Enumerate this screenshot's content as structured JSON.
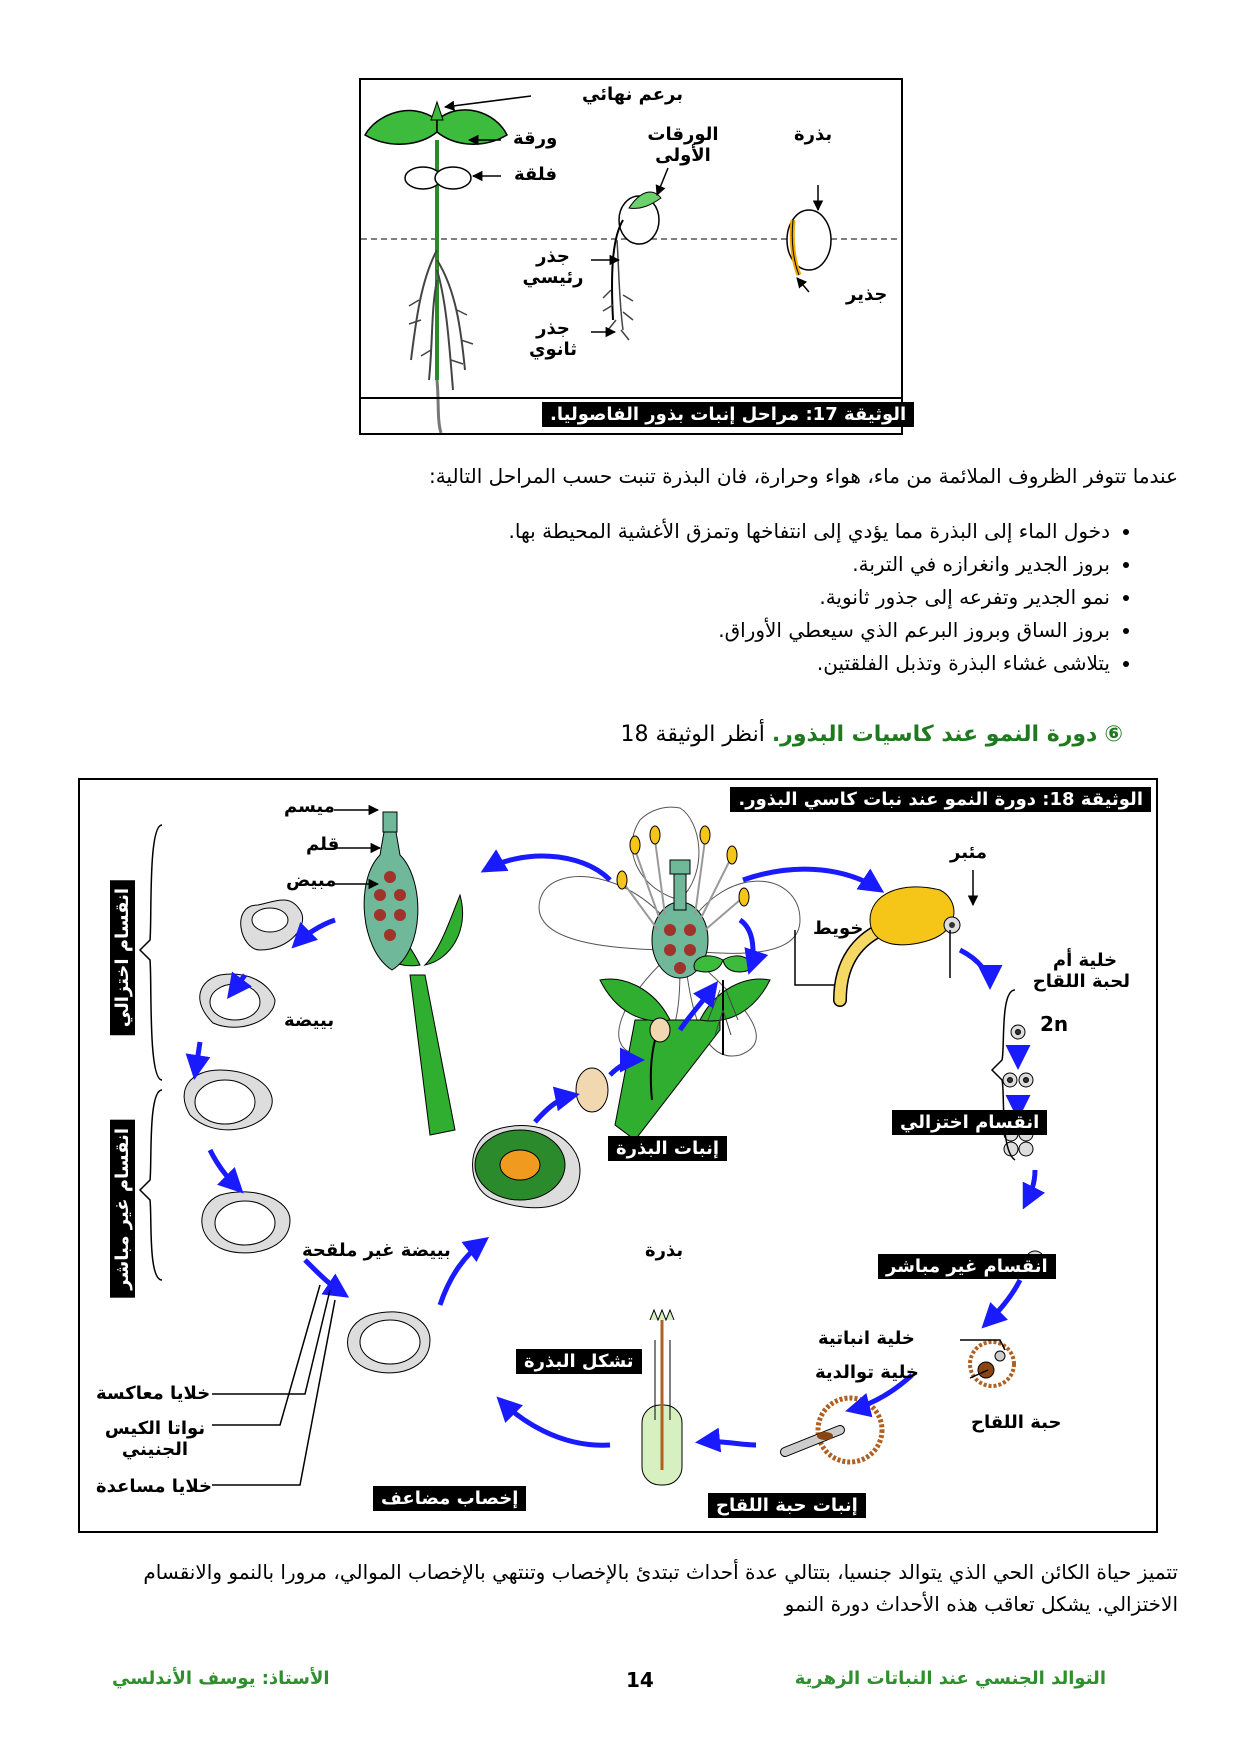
{
  "doc17": {
    "caption": "الوثيقة 17: مراحل إنبات بذور الفاصوليا.",
    "labels": {
      "terminal_bud": "برعم نهائي",
      "leaf": "ورقة",
      "cotyledon": "فلقة",
      "first_leaves_1": "الورقات",
      "first_leaves_2": "الأولى",
      "seed": "بذرة",
      "main_root_1": "جذر",
      "main_root_2": "رئيسي",
      "secondary_root_1": "جذر",
      "secondary_root_2": "ثانوي",
      "radicle": "جذير"
    }
  },
  "intro": "عندما تتوفر الظروف الملائمة من ماء، هواء وحرارة، فان البذرة تنبت حسب المراحل التالية:",
  "steps": [
    "دخول الماء إلى البذرة مما يؤدي إلى انتفاخها وتمزق الأغشية المحيطة بها.",
    "بروز الجدير وانغرازه في التربة.",
    "نمو الجدير وتفرعه إلى جذور ثانوية.",
    "بروز الساق وبروز البرعم الذي سيعطي الأوراق.",
    "يتلاشى غشاء البذرة وتذبل الفلقتين."
  ],
  "section": {
    "number": "⑥",
    "title": "دورة النمو عند كاسيات البذور.",
    "ref": "أنظر الوثيقة 18"
  },
  "doc18": {
    "caption": "الوثيقة 18: دورة النمو عند نبات كاسي البذور.",
    "labels": {
      "stigma": "ميسم",
      "style": "قلم",
      "ovary": "مبيض",
      "anther": "مئبر",
      "filament": "خويط",
      "mother_cell_1": "خلية أم",
      "mother_cell_2": "لحبة اللقاح",
      "ploidy": "2n",
      "ovule": "بييضة",
      "unfertilized_ovule": "بييضة غير ملقحة",
      "seed": "بذرة",
      "antipodal": "خلايا معاكسة",
      "sac_nuclei_1": "نواتا الكيس",
      "sac_nuclei_2": "الجنيني",
      "synergids": "خلايا مساعدة",
      "vegetative_cell": "خلية انباتية",
      "generative_cell": "خلية توالدية",
      "pollen_grain": "حبة اللقاح"
    },
    "tags": {
      "meiosis_left": "انقسام اختزالي",
      "mitosis_left": "انقسام غير مباشر",
      "meiosis_right": "انقسام اختزالي",
      "mitosis_right": "انقسام غير مباشر",
      "germination": "إنبات البذرة",
      "seed_formation": "تشكل البذرة",
      "double_fertilization": "إخصاب مضاعف",
      "pollen_germination": "إنبات حبة اللقاح"
    }
  },
  "conclusion": "تتميز حياة الكائن الحي الذي يتوالد جنسيا، بتتالي عدة أحداث تبتدئ بالإخصاب وتنتهي بالإخصاب الموالي، مرورا بالنمو والانقسام الاختزالي. يشكل تعاقب هذه الأحداث دورة النمو",
  "footer": {
    "right": "التوالد الجنسي عند النباتات الزهرية",
    "page": "14",
    "left": "الأستاذ: يوسف الأندلسي"
  }
}
